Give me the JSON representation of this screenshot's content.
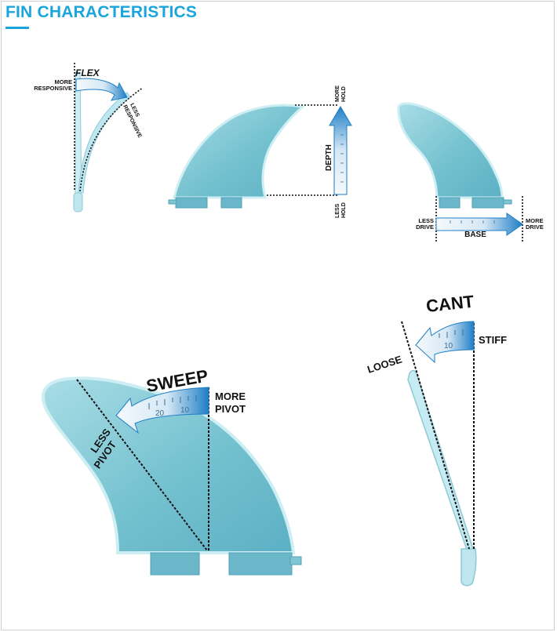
{
  "header": {
    "title": "FIN CHARACTERISTICS"
  },
  "colors": {
    "title": "#1aa5dd",
    "fin_fill": "#7fc6d2",
    "fin_edge": "#c9eef3",
    "arrow_blue": "#1e7ec6",
    "arrow_light": "#e9f3fb",
    "dotted_line": "#111111"
  },
  "flex": {
    "title": "FLEX",
    "more_label": [
      "MORE",
      "RESPONSIVE"
    ],
    "less_label": [
      "LESS",
      "RESPONSIVE"
    ]
  },
  "depth": {
    "title": "DEPTH",
    "more_label": [
      "MORE",
      "HOLD"
    ],
    "less_label": [
      "LESS",
      "HOLD"
    ]
  },
  "base": {
    "title": "BASE",
    "less_label": [
      "LESS",
      "DRIVE"
    ],
    "more_label": [
      "MORE",
      "DRIVE"
    ]
  },
  "sweep": {
    "title": "SWEEP",
    "more_label": [
      "MORE",
      "PIVOT"
    ],
    "less_label": [
      "LESS",
      "PIVOT"
    ],
    "scale_ticks": [
      "20",
      "10"
    ]
  },
  "cant": {
    "title": "CANT",
    "stiff_label": "STIFF",
    "loose_label": "LOOSE",
    "scale_ticks": [
      "10"
    ]
  }
}
